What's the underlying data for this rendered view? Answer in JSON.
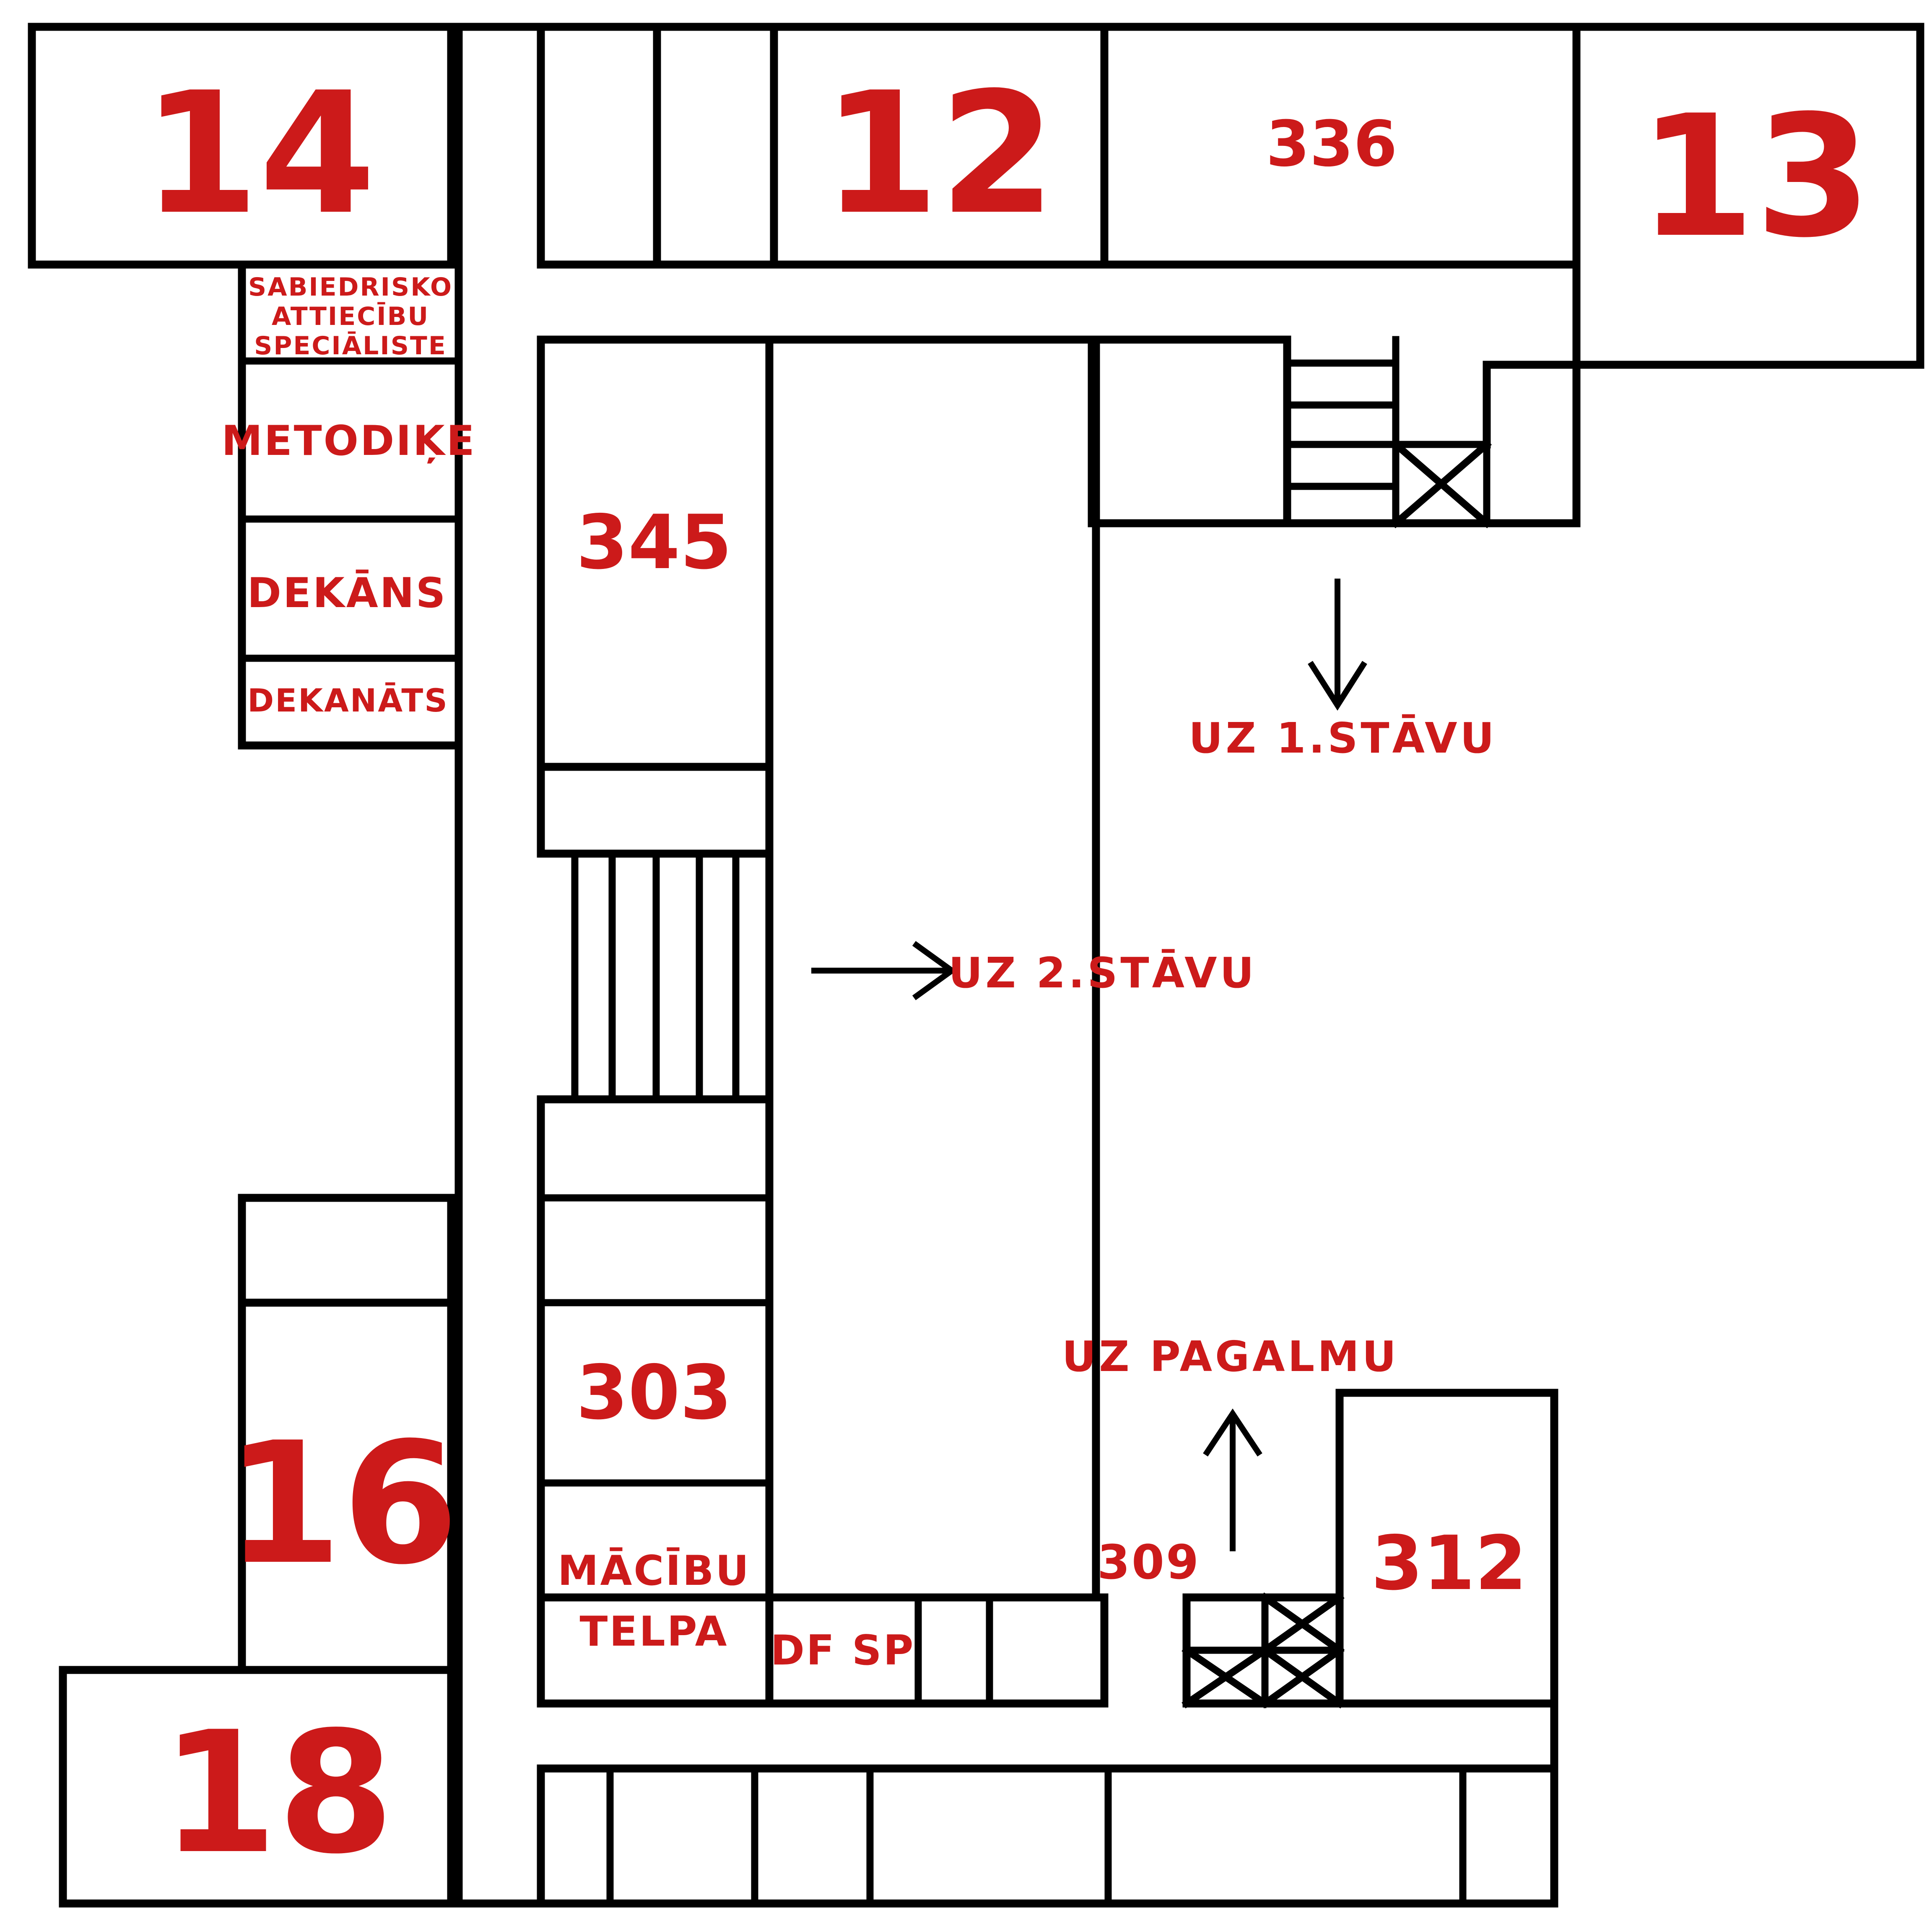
{
  "rooms": {
    "r14": "14",
    "r12": "12",
    "r336": "336",
    "r13": "13",
    "sabiedrisko": [
      "SABIEDRISKO",
      "ATTIECĪBU",
      "SPECIĀLISTE"
    ],
    "metodike": "METODIĶE",
    "dekans": "DEKĀNS",
    "dekanats": "DEKANĀTS",
    "r345": "345",
    "r303": "303",
    "macibu_telpa": [
      "MĀCĪBU",
      "TELPA"
    ],
    "df_sp": "DF SP",
    "r309": "309",
    "r312": "312",
    "r16": "16",
    "r18": "18"
  },
  "directions": {
    "to_floor_1": "UZ 1.STĀVU",
    "to_floor_2": "UZ 2.STĀVU",
    "to_courtyard": "UZ PAGALMU"
  },
  "colors": {
    "label": "#cc1a1a",
    "wall": "#000000",
    "background": "#ffffff"
  }
}
